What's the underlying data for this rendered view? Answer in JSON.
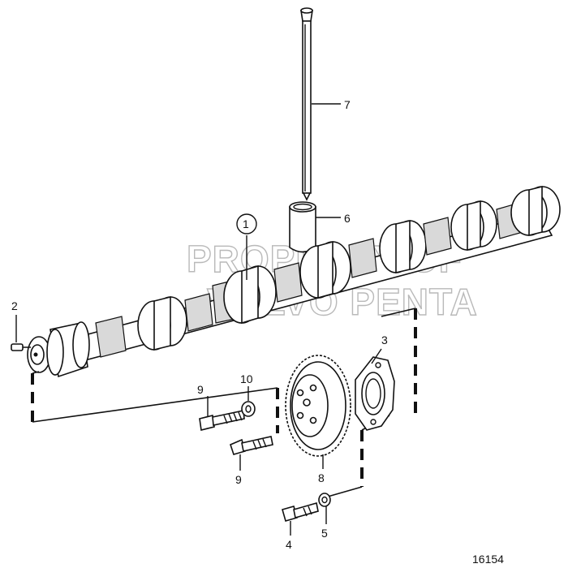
{
  "watermark": {
    "line1": "PROPERTY OF",
    "line2": "VOLVO PENTA"
  },
  "callouts": {
    "c1": "1",
    "c2": "2",
    "c3": "3",
    "c4": "4",
    "c5": "5",
    "c6": "6",
    "c7": "7",
    "c8": "8",
    "c9a": "9",
    "c9b": "9",
    "c10": "10"
  },
  "drawing_number": "16154"
}
